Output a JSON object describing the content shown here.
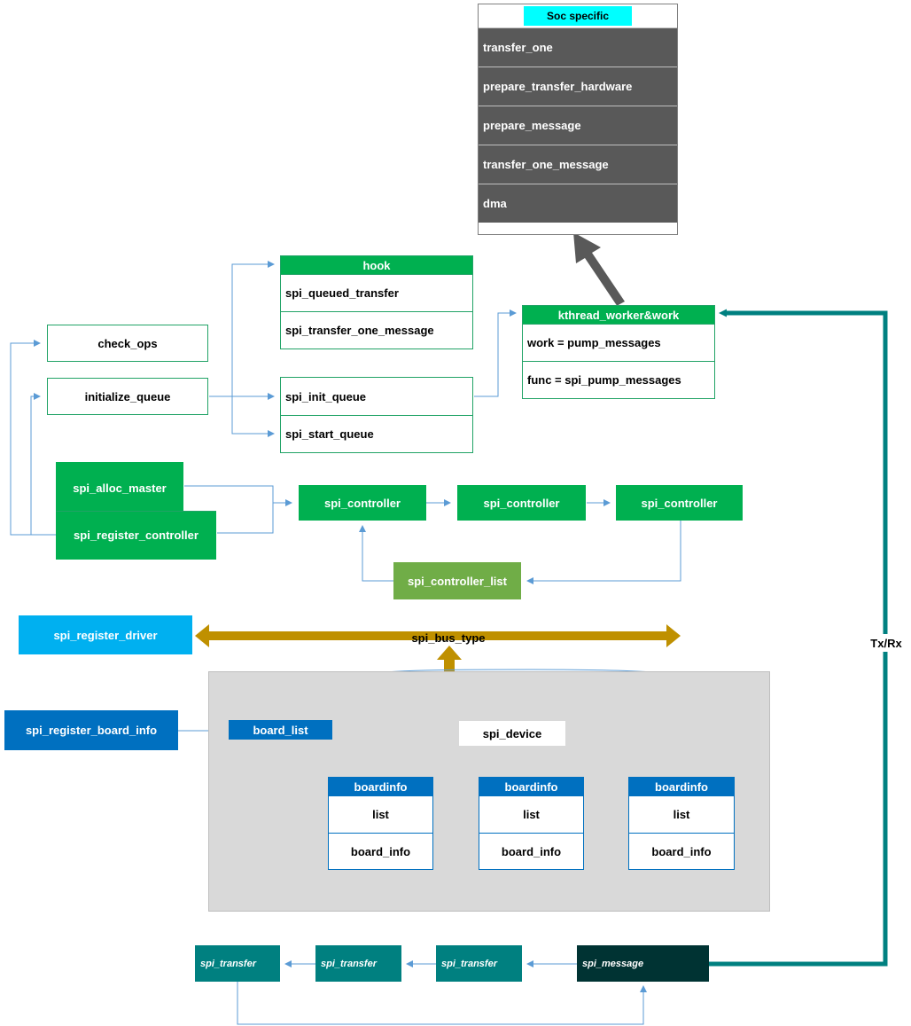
{
  "soc": {
    "title": "Soc specific",
    "rows": [
      "transfer_one",
      "prepare_transfer_hardware",
      "prepare_message",
      "transfer_one_message",
      "dma"
    ]
  },
  "hook": {
    "title": "hook",
    "rows": [
      "spi_queued_transfer",
      "spi_transfer_one_message"
    ]
  },
  "kthread": {
    "title": "kthread_worker&work",
    "rows": [
      "work = pump_messages",
      "func = spi_pump_messages"
    ]
  },
  "check_ops": "check_ops",
  "initialize_queue": "initialize_queue",
  "queue_fns": [
    "spi_init_queue",
    "spi_start_queue"
  ],
  "spi_alloc_master": "spi_alloc_master",
  "spi_register_controller": "spi_register_controller",
  "controllers": [
    "spi_controller",
    "spi_controller",
    "spi_controller"
  ],
  "spi_controller_list": "spi_controller_list",
  "spi_register_driver": "spi_register_driver",
  "spi_bus_type": "spi_bus_type",
  "spi_register_board_info": "spi_register_board_info",
  "board_list": "board_list",
  "spi_device": "spi_device",
  "boardinfos": [
    {
      "title": "boardinfo",
      "rows": [
        "list",
        "board_info"
      ]
    },
    {
      "title": "boardinfo",
      "rows": [
        "list",
        "board_info"
      ]
    },
    {
      "title": "boardinfo",
      "rows": [
        "list",
        "board_info"
      ]
    }
  ],
  "txrx": "Tx/Rx",
  "transfers": [
    "spi_transfer",
    "spi_transfer",
    "spi_transfer"
  ],
  "spi_message": "spi_message",
  "colors": {
    "green": "#00b050",
    "light_green": "#70ad47",
    "blue": "#0070c0",
    "cyan": "#00b0f0",
    "teal": "#008080",
    "dark_teal": "#003333",
    "gold": "#bf9000",
    "soc_row": "#595959",
    "connector": "#5b9bd5"
  }
}
